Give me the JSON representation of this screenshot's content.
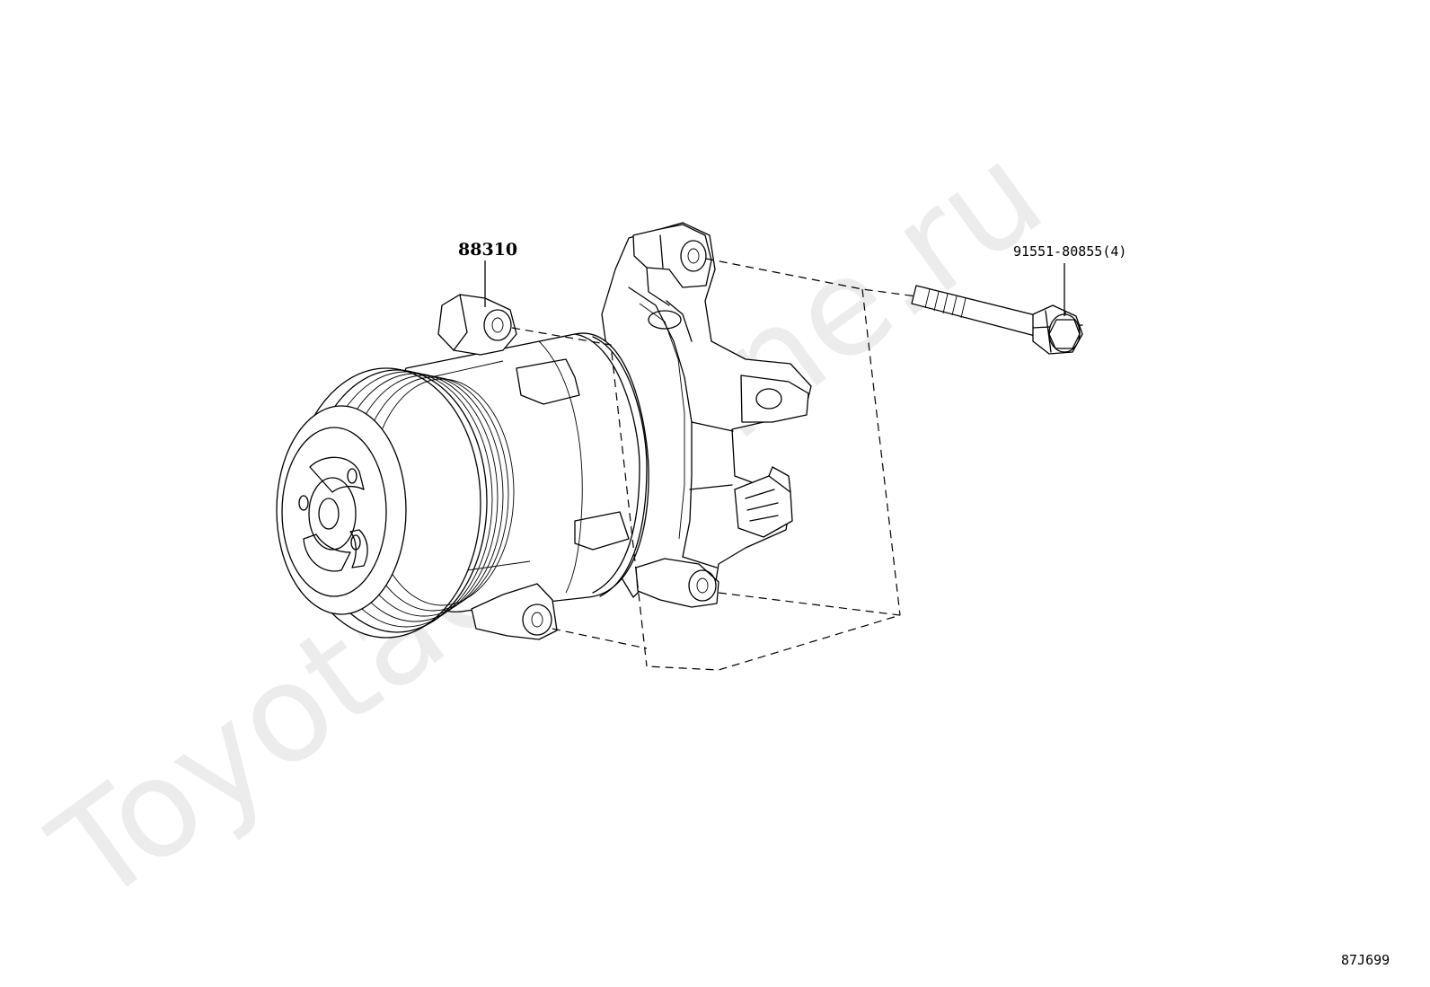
{
  "watermark": "ToyotaCarMine.ru",
  "parts": {
    "compressor_number": "88310",
    "bolt_number": "91551-80855(4)"
  },
  "diagram_code": "87J699"
}
